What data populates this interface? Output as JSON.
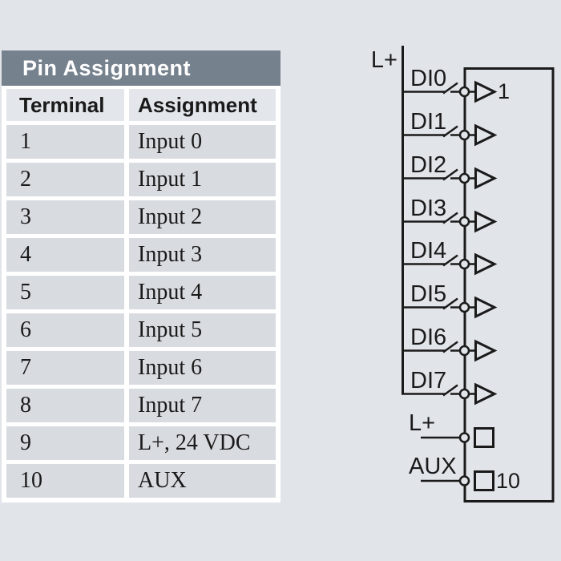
{
  "colors": {
    "page_background": "#e1e4e9",
    "table_title_bar": "#76818e",
    "table_title_text": "#ffffff",
    "column_header_bg": "#e3e6ea",
    "cell_bg": "#d8dbe0",
    "table_border": "#ffffff",
    "text": "#1a1a1a",
    "diagram_line": "#1a1a1a"
  },
  "pin_table": {
    "title": "Pin Assignment",
    "columns": {
      "terminal": "Terminal",
      "assignment": "Assignment"
    },
    "rows": [
      {
        "terminal": "1",
        "assignment": "Input 0"
      },
      {
        "terminal": "2",
        "assignment": "Input 1"
      },
      {
        "terminal": "3",
        "assignment": "Input 2"
      },
      {
        "terminal": "4",
        "assignment": "Input 3"
      },
      {
        "terminal": "5",
        "assignment": "Input 4"
      },
      {
        "terminal": "6",
        "assignment": "Input 5"
      },
      {
        "terminal": "7",
        "assignment": "Input 6"
      },
      {
        "terminal": "8",
        "assignment": "Input 7"
      },
      {
        "terminal": "9",
        "assignment": "L+, 24 VDC"
      },
      {
        "terminal": "10",
        "assignment": "AUX"
      }
    ]
  },
  "diagram": {
    "supply_top_label": "L+",
    "channels": [
      {
        "label": "DI0",
        "pin_number": "1"
      },
      {
        "label": "DI1"
      },
      {
        "label": "DI2"
      },
      {
        "label": "DI3"
      },
      {
        "label": "DI4"
      },
      {
        "label": "DI5"
      },
      {
        "label": "DI6"
      },
      {
        "label": "DI7"
      }
    ],
    "power_rows": [
      {
        "label": "L+"
      },
      {
        "label": "AUX",
        "pin_number": "10"
      }
    ]
  }
}
